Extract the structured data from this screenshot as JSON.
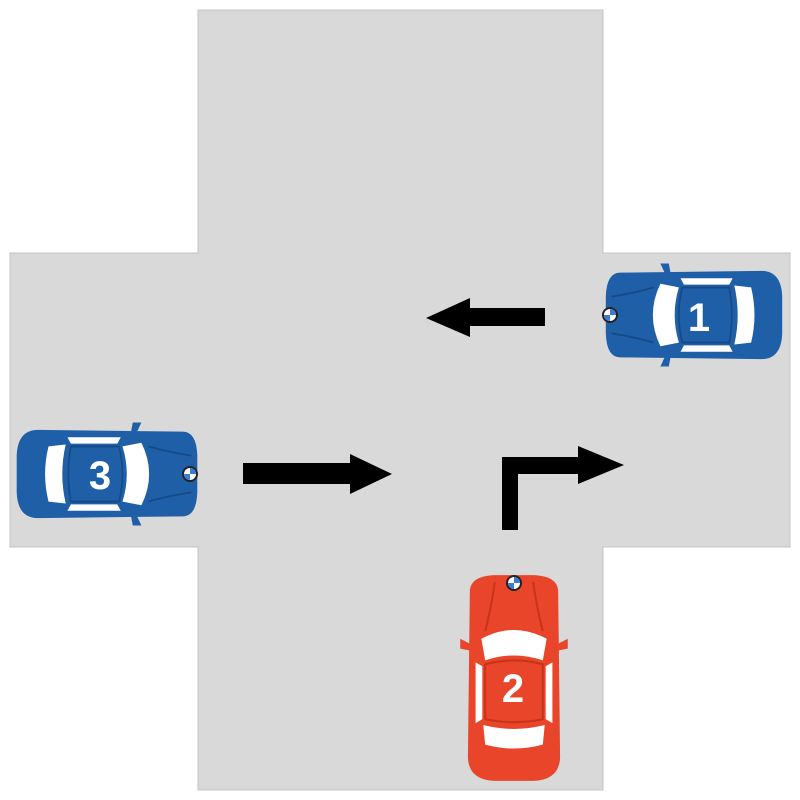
{
  "colors": {
    "road": "#d9d9d9",
    "road_edge": "#c4c4c4",
    "arrow": "#000000",
    "car_blue": "#1f5fa8",
    "car_blue_dark": "#164a86",
    "car_red": "#e8452a",
    "car_red_dark": "#c33419",
    "car_window": "#ffffff",
    "background": "#ffffff"
  },
  "cars": [
    {
      "label": "1",
      "color": "blue",
      "heading": "west"
    },
    {
      "label": "2",
      "color": "red",
      "heading": "north"
    },
    {
      "label": "3",
      "color": "blue",
      "heading": "east"
    }
  ],
  "arrows": [
    {
      "direction": "west",
      "kind": "straight"
    },
    {
      "direction": "east",
      "kind": "straight"
    },
    {
      "direction": "north-then-east",
      "kind": "right-turn"
    }
  ],
  "icons": [
    "brand-logo-icon"
  ]
}
